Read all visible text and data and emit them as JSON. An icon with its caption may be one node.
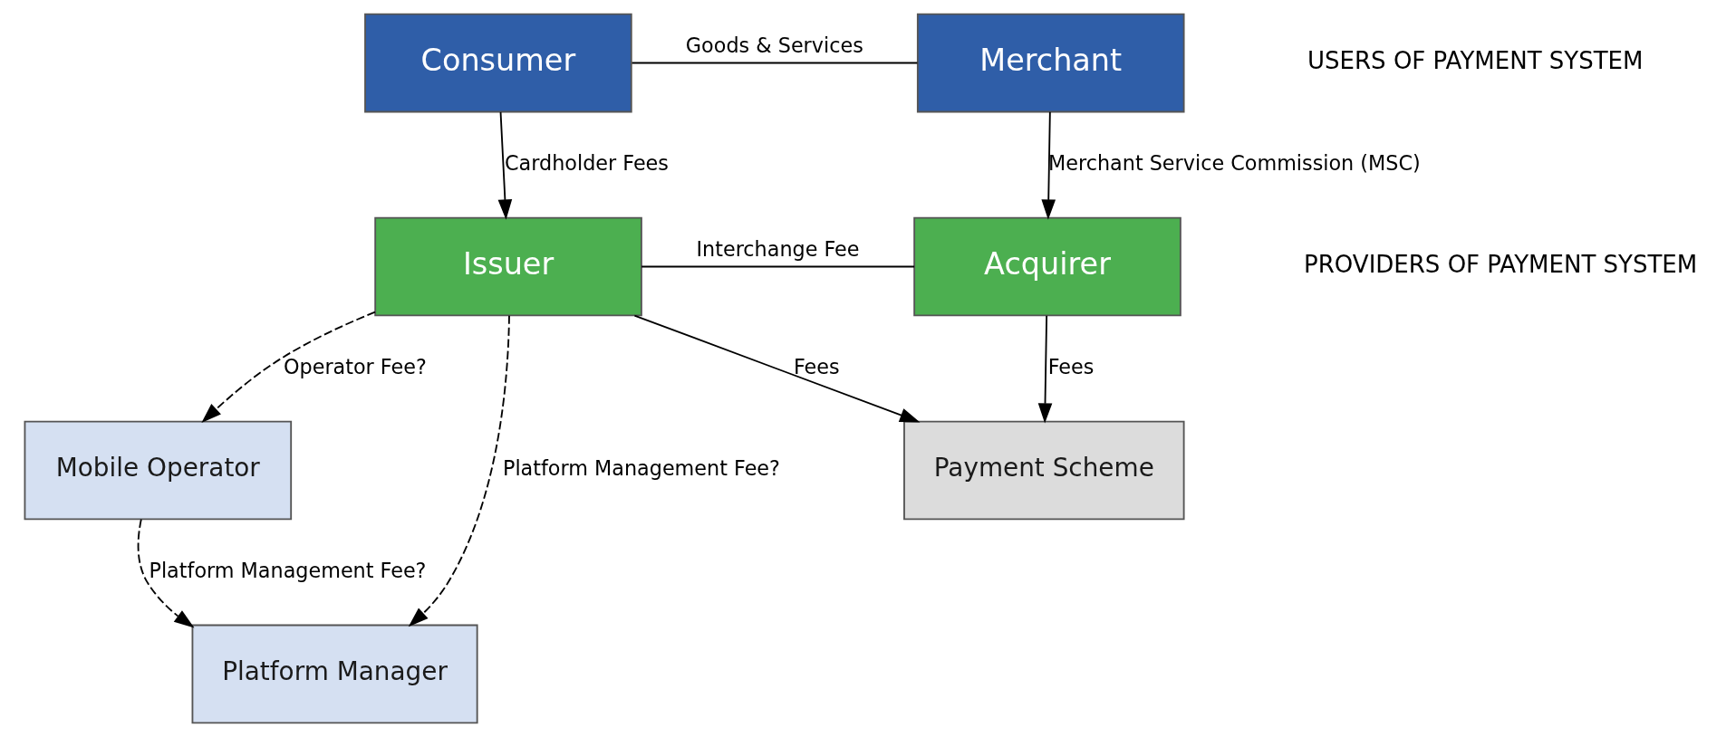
{
  "diagram": {
    "nodes": [
      {
        "text": [
          "Consumer"
        ]
      },
      {
        "text": [
          "Merchant"
        ]
      },
      {
        "text": [
          "Mobile Operator"
        ]
      },
      {
        "text": [
          "Platform Manager"
        ]
      },
      {
        "text": [
          "Payment Scheme"
        ]
      },
      {
        "text": [
          "Issuer"
        ]
      },
      {
        "text": [
          "Acquirer"
        ]
      }
    ],
    "edges": [
      {
        "from": 0,
        "to": 1,
        "arrow": "none",
        "label": "Goods & Services"
      },
      {
        "from": 0,
        "to": 5,
        "arrow": "to",
        "label": "Cardholder Fees"
      },
      {
        "from": 5,
        "to": 2,
        "arrow": "to",
        "label": "Operator Fee?",
        "style": "dashed"
      },
      {
        "from": 2,
        "to": 3,
        "arrow": "to",
        "label": "Platform Management Fee?",
        "style": "dashed"
      },
      {
        "from": 5,
        "to": 3,
        "arrow": "to",
        "label": "Platform Management Fee?",
        "style": "dashed"
      },
      {
        "from": 5,
        "to": 4,
        "arrow": "to",
        "label": "Fees"
      },
      {
        "from": 6,
        "to": 4,
        "arrow": "to",
        "label": "Fees"
      },
      {
        "from": 1,
        "to": 6,
        "arrow": "to",
        "label": "Merchant Service Commission (MSC)"
      },
      {
        "from": 5,
        "to": 6,
        "arrow": "none",
        "label": "Interchange Fee"
      }
    ],
    "labels": [
      "USERS OF PAYMENT SYSTEM",
      "PROVIDERS OF PAYMENT SYSTEM"
    ]
  }
}
